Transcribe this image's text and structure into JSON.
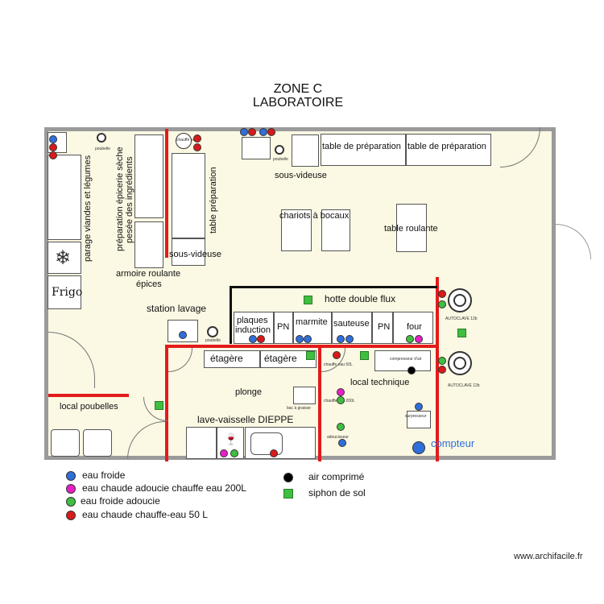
{
  "title": {
    "line1": "ZONE C",
    "line2": "LABORATOIRE"
  },
  "rooms": {
    "frigo": "Frigo",
    "station_lavage": "station lavage",
    "local_poubelles": "local poubelles",
    "plonge": "plonge",
    "lave_vaisselle": "lave-vaisselle DIEPPE",
    "local_technique": "local technique",
    "compteur": "compteur"
  },
  "equipment": {
    "parage": "parage viandes et légumes",
    "preparation_epicerie": "préparation épicerie sèche",
    "pesee": "pesée des ingrédients",
    "armoire": "armoire roulante",
    "epices": "épices",
    "table_preparation_v": "table préparation",
    "sous_videuse_1": "sous-videuse",
    "sous_videuse_2": "sous-videuse",
    "table_prep_1": "table de préparation",
    "table_prep_2": "table de préparation",
    "chariots": "chariots à bocaux",
    "table_roulante": "table roulante",
    "hotte": "hotte double flux",
    "plaques": "plaques",
    "induction": "induction",
    "pn1": "PN",
    "marmite": "marmite",
    "sauteuse": "sauteuse",
    "pn2": "PN",
    "four": "four",
    "etagere1": "étagère",
    "etagere2": "étagère",
    "autoclave1": "AUTOCLAVE 12b",
    "autoclave2": "AUTOCLAVE 12b"
  },
  "small_labels": {
    "poubelle1": "poubelle",
    "poubelle2": "poubelle",
    "poubelle3": "poubelle",
    "chauffe_eau": "chauffe eau",
    "chauffe_eau_50": "chauffe eau 50L",
    "chauffe_eau_200": "chauffe eau 200L",
    "adoucisseur": "adoucisseur",
    "compresseur": "compresseur d'air",
    "surpresseur": "surpresseur",
    "bac_graisse": "bac à graisse"
  },
  "legend": {
    "eau_froide": "eau froide",
    "eau_chaude_200": "eau chaude adoucie chauffe eau 200L",
    "eau_froide_adoucie": "eau froide adoucie",
    "eau_chaude_50": "eau chaude chauffe-eau 50 L",
    "air_comprime": "air comprimé",
    "siphon": "siphon de sol"
  },
  "colors": {
    "eau_froide": "#2f6fdb",
    "eau_chaude_200": "#e81fc8",
    "eau_froide_adoucie": "#3fbf3f",
    "eau_chaude_50": "#d91a1a",
    "air_comprime": "#000000",
    "siphon": "#3fbf3f",
    "wall_red": "#e21b1b",
    "floor": "#fbf8e3",
    "outer_wall": "#9a9a9a"
  },
  "watermark": "www.archifacile.fr"
}
